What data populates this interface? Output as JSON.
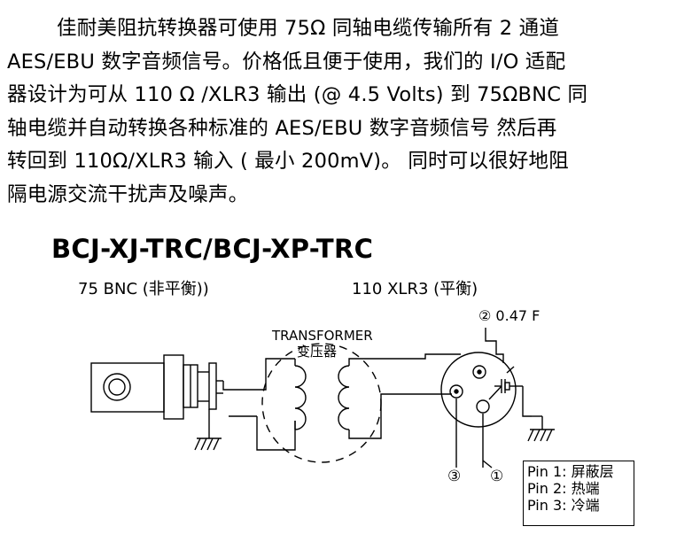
{
  "paragraph": {
    "lines": [
      "佳耐美阻抗转换器可使用 75Ω 同轴电缆传输所有 2 通道",
      "AES/EBU 数字音频信号。价格低且便于使用，我们的 I/O 适配",
      "器设计为可从 110 Ω /XLR3 输出 (@ 4.5 Volts) 到 75ΩBNC 同",
      "轴电缆并自动转换各种标准的 AES/EBU 数字音频信号 然后再",
      "转回到 110Ω/XLR3 输入 ( 最小 200mV)。 同时可以很好地阻",
      "隔电源交流干扰声及噪声。"
    ]
  },
  "model_title": "BCJ-XJ-TRC/BCJ-XP-TRC",
  "diagram": {
    "left_label": "75 BNC (非平衡))",
    "right_label": "110 XLR3 (平衡)",
    "transformer_label_en": "TRANSFORMER",
    "transformer_label_cn": "变压器",
    "capacitor_label": "② 0.47 F",
    "pin3_marker": "③",
    "pin1_marker": "①"
  },
  "pin_legend": [
    "Pin 1: 屏蔽层",
    "Pin 2: 热端",
    "Pin 3: 冷端"
  ]
}
